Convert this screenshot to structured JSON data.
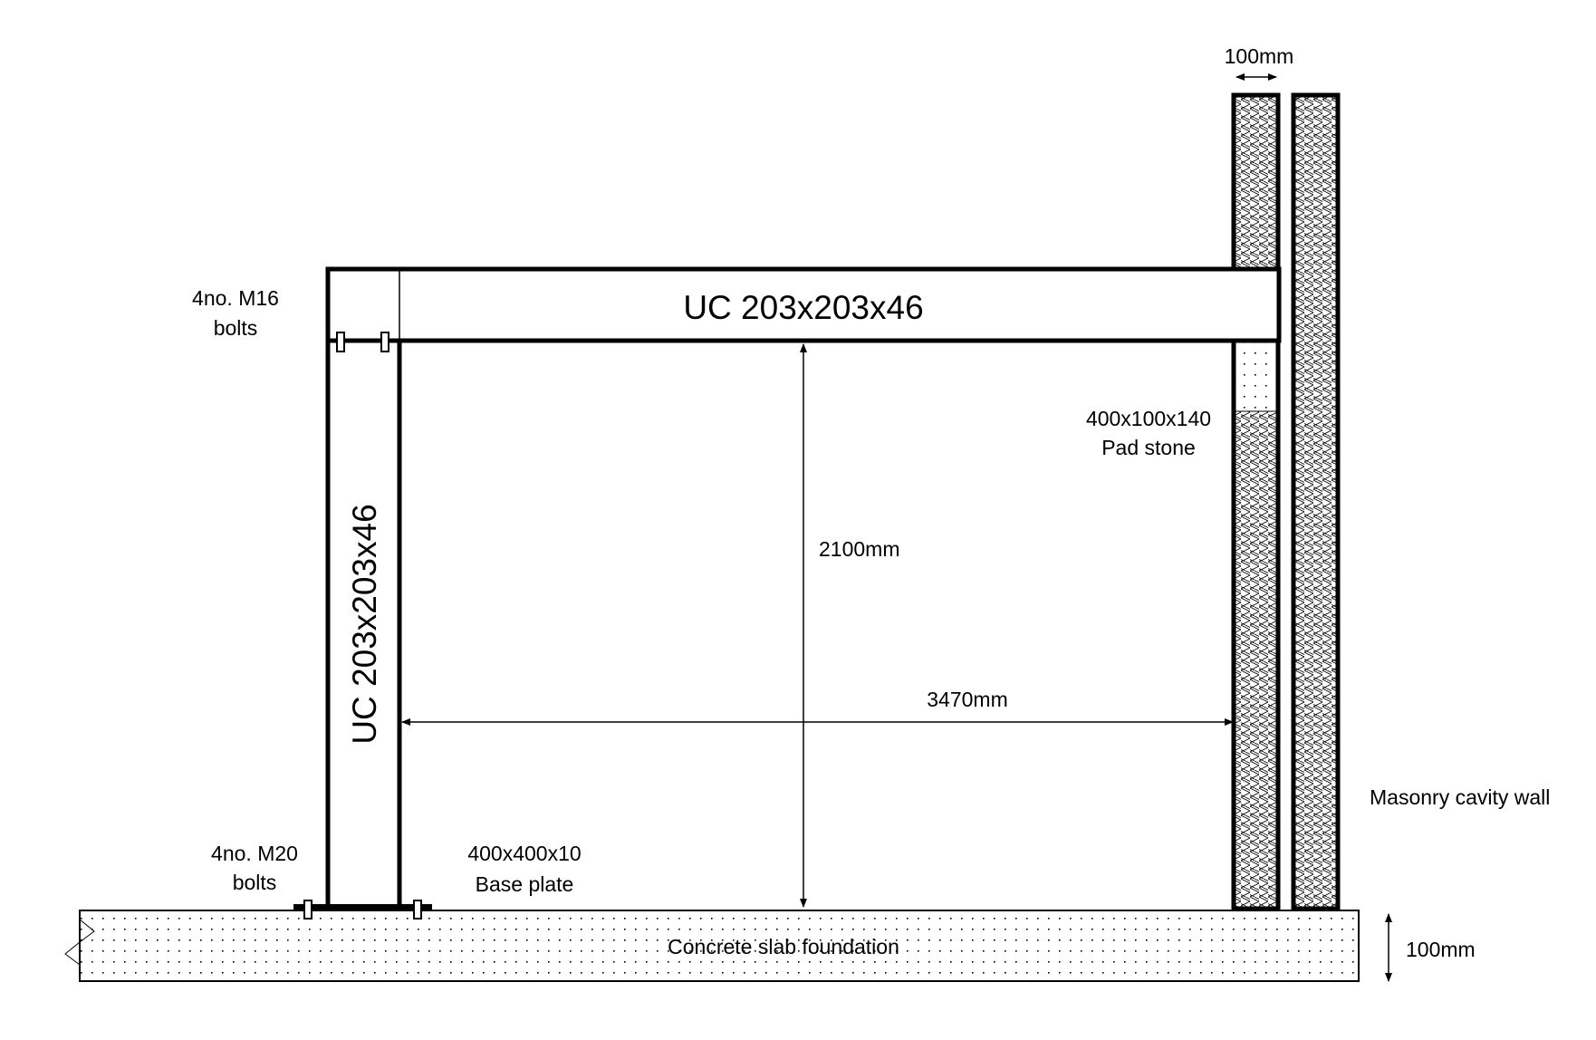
{
  "title_beam": "UC 203x203x46",
  "title_column": "UC 203x203x46",
  "labels": {
    "top_bolts": [
      "4no. M16",
      "bolts"
    ],
    "base_bolts": [
      "4no. M20",
      "bolts"
    ],
    "base_plate": [
      "400x400x10",
      "Base plate"
    ],
    "pad_stone": [
      "400x100x140",
      "Pad stone"
    ],
    "wall": "Masonry cavity wall",
    "slab": "Concrete slab foundation"
  },
  "dimensions": {
    "height": "2100mm",
    "span": "3470mm",
    "leaf_width": "100mm",
    "slab_depth": "100mm"
  }
}
